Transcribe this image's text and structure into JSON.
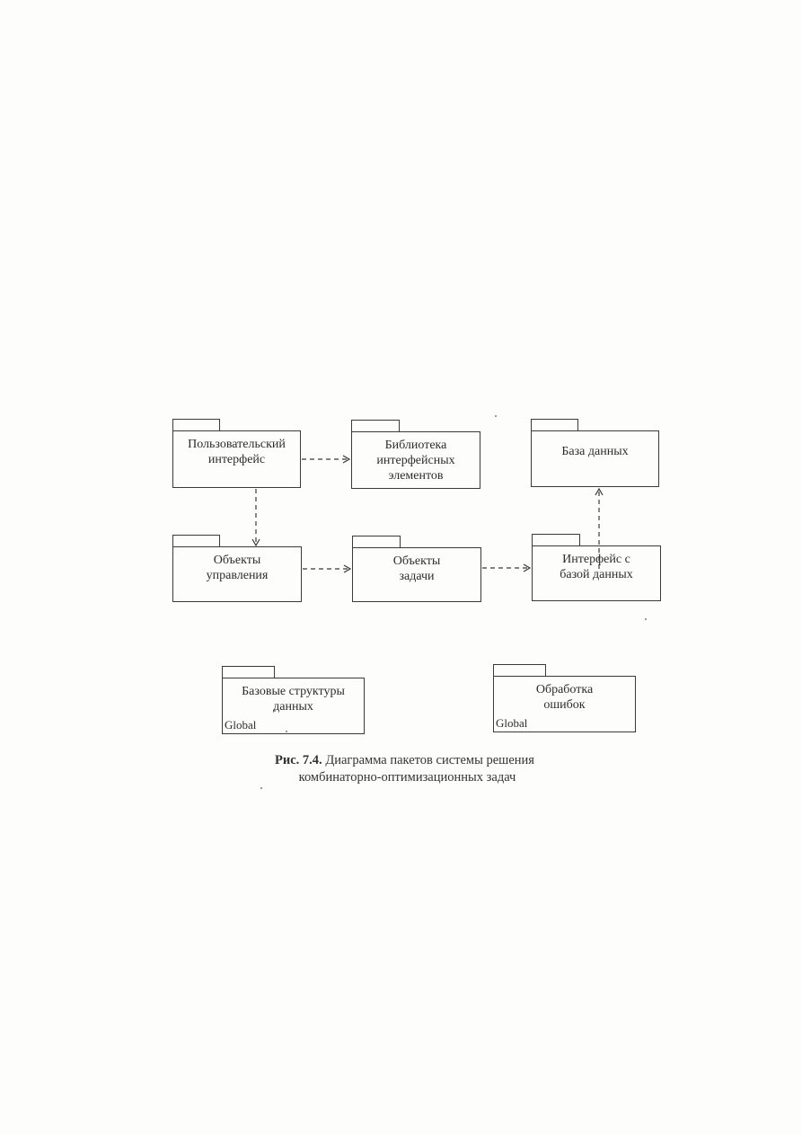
{
  "packages": {
    "user_interface": {
      "name": "Пользовательский\nинтерфейс"
    },
    "ui_library": {
      "name": "Библиотека\nинтерфейсных\nэлементов"
    },
    "database": {
      "name": "База данных"
    },
    "control_objects": {
      "name": "Объекты\nуправления"
    },
    "task_objects": {
      "name": "Объекты\nзадачи"
    },
    "db_interface": {
      "name": "Интерфейс с\nбазой данных"
    },
    "base_structures": {
      "name": "Базовые структуры\nданных",
      "tag": "Global"
    },
    "error_handling": {
      "name": "Обработка\nошибок",
      "tag": "Global"
    }
  },
  "dependencies": [
    {
      "from": "Пользовательский интерфейс",
      "to": "Библиотека интерфейсных элементов"
    },
    {
      "from": "Пользовательский интерфейс",
      "to": "Объекты управления"
    },
    {
      "from": "Объекты управления",
      "to": "Объекты задачи"
    },
    {
      "from": "Объекты задачи",
      "to": "Интерфейс с базой данных"
    },
    {
      "from": "Интерфейс с базой данных",
      "to": "База данных"
    }
  ],
  "caption": {
    "label": "Рис. 7.4.",
    "text_line1": "Диаграмма пакетов системы решения",
    "text_line2": "комбинаторно-оптимизационных задач"
  }
}
